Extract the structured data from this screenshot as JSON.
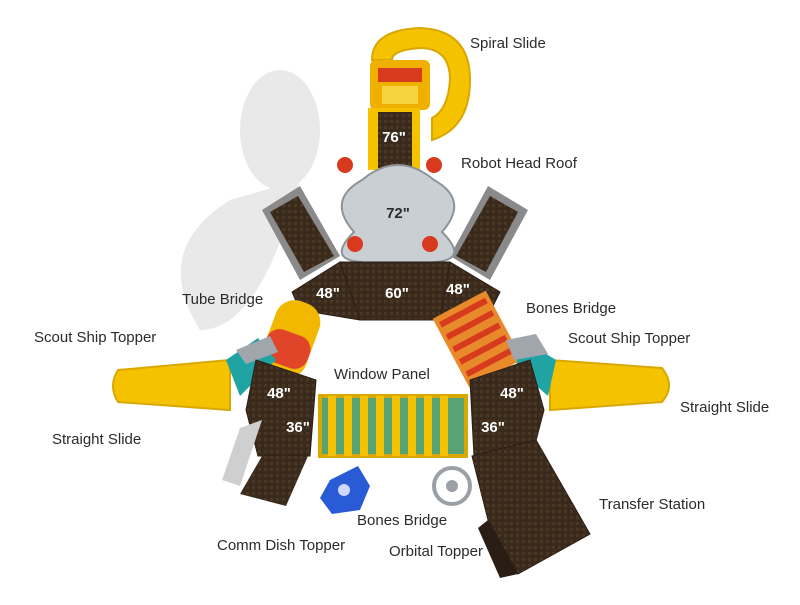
{
  "labels": {
    "spiral_slide": "Spiral Slide",
    "robot_head_roof": "Robot Head Roof",
    "tube_bridge": "Tube Bridge",
    "bones_bridge_right": "Bones Bridge",
    "scout_ship_topper_left": "Scout Ship Topper",
    "scout_ship_topper_right": "Scout Ship Topper",
    "window_panel": "Window Panel",
    "straight_slide_left": "Straight Slide",
    "straight_slide_right": "Straight Slide",
    "transfer_station": "Transfer Station",
    "bones_bridge_bottom": "Bones Bridge",
    "comm_dish_topper": "Comm Dish Topper",
    "orbital_topper": "Orbital Topper"
  },
  "deck_heights": {
    "top_deck": "76\"",
    "robot_head_deck": "72\"",
    "upper_left_deck": "48\"",
    "center_deck": "60\"",
    "upper_right_deck": "48\"",
    "left_deck": "48\"",
    "right_deck": "48\"",
    "lower_left_deck": "36\"",
    "lower_right_deck": "36\""
  },
  "colors": {
    "slide_yellow": "#f5c200",
    "deck_brown": "#3a2a1c",
    "roof_gray": "#c9cfd3",
    "teal": "#1fa3a3",
    "red": "#d83a1e",
    "blue": "#2a5bd6",
    "text": "#2b2b2b"
  }
}
